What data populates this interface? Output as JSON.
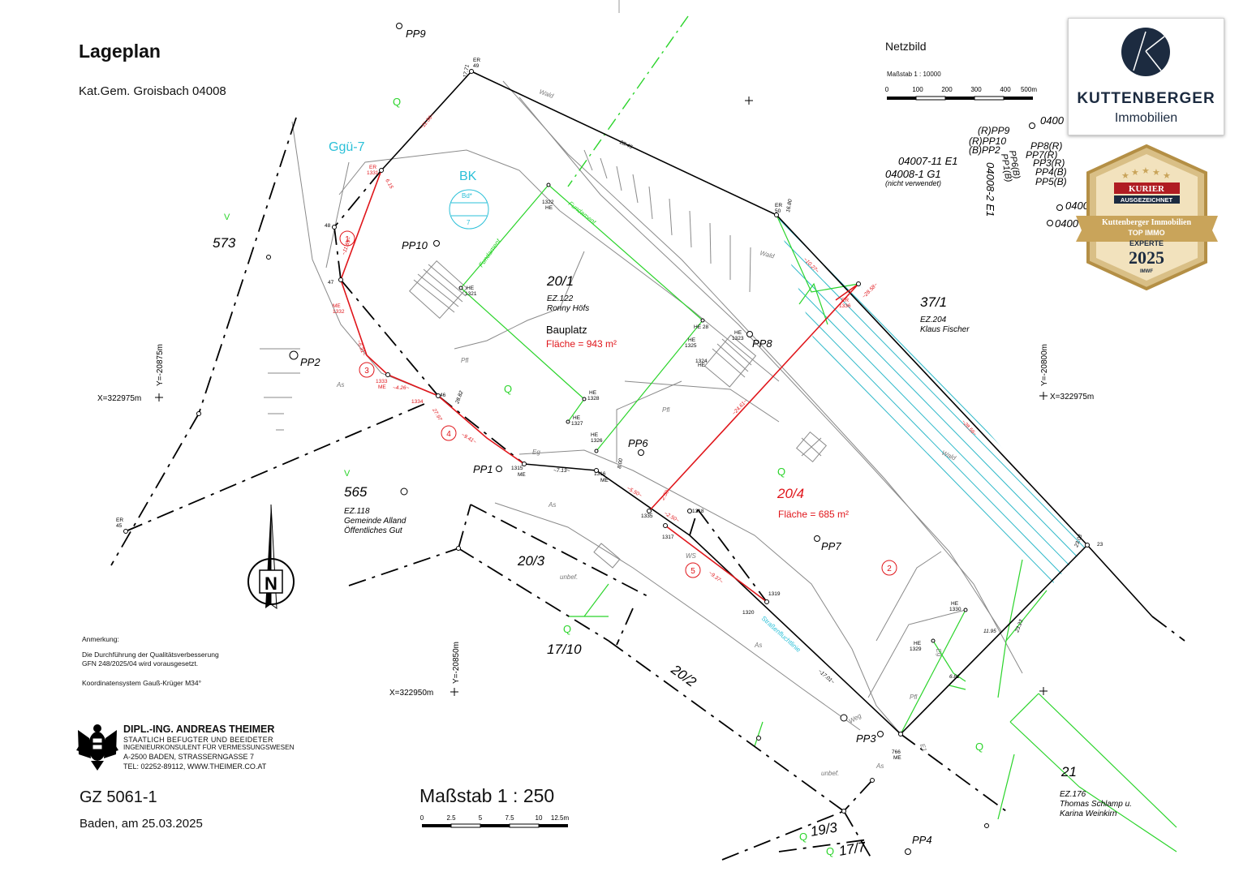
{
  "header": {
    "title": "Lageplan",
    "katastral": "Kat.Gem. Groisbach  04008"
  },
  "netzbild": {
    "title": "Netzbild",
    "scale_label": "Maßstab  1 : 10000",
    "ticks": [
      "0",
      "100",
      "200",
      "300",
      "400",
      "500m"
    ]
  },
  "branding": {
    "logo_name": "KUTTENBERGER",
    "logo_sub": "Immobilien",
    "badge_top": "KURIER",
    "badge_ribbon": "AUSGEZEICHNET",
    "badge_name": "Kuttenberger Immobilien",
    "badge_title1": "TOP IMMO",
    "badge_title2": "EXPERTE",
    "badge_year": "2025",
    "badge_org": "IMWF",
    "colors": {
      "navy": "#1c2b40",
      "gold": "#c9a45a",
      "red": "#b01c22"
    }
  },
  "notes": {
    "heading": "Anmerkung:",
    "line1": "Die Durchführung der Qualitätsverbesserung",
    "line2": "GFN 248/2025/04 wird vorausgesetzt.",
    "line3": "Koordinatensystem Gauß-Krüger M34°"
  },
  "surveyor": {
    "name": "DIPL.-ING. ANDREAS THEIMER",
    "line1": "STAATLICH BEFUGTER UND BEEIDETER",
    "line2": "INGENIEURKONSULENT FÜR VERMESSUNGSWESEN",
    "line3": "A-2500 BADEN, STRASSERNGASSE 7",
    "line4": "TEL: 02252-89112,  WWW.THEIMER.CO.AT"
  },
  "footer": {
    "gz": "GZ 5061-1",
    "date": "Baden, am 25.03.2025",
    "scale": "Maßstab 1 : 250",
    "scale_ticks": [
      "0",
      "2.5",
      "5",
      "7.5",
      "10",
      "12.5m"
    ]
  },
  "coords": {
    "y1": "Y=-20875m",
    "x1": "X=322975m",
    "y2": "Y=-20800m",
    "x2": "X=322975m",
    "y3": "Y=-20850m",
    "x3": "X=322950m"
  },
  "parcels": {
    "p573": "573",
    "p565": "565",
    "p565_ez": "EZ.118",
    "p565_owner1": "Gemeinde Alland",
    "p565_owner2": "Öffentliches Gut",
    "p20_1": "20/1",
    "p20_1_ez": "EZ.122",
    "p20_1_owner": "Ronny Höfs",
    "bauplatz": "Bauplatz",
    "flaeche1": "Fläche = 943 m²",
    "p20_4": "20/4",
    "flaeche2": "Fläche = 685 m²",
    "p37_1": "37/1",
    "p37_1_ez": "EZ.204",
    "p37_1_owner": "Klaus Fischer",
    "p20_3": "20/3",
    "p20_2": "20/2",
    "p17_10": "17/10",
    "p19_3": "19/3",
    "p17_7": "17/7",
    "p21": "21",
    "p21_ez": "EZ.176",
    "p21_owner1": "Thomas Schlamp u.",
    "p21_owner2": "Karina Weinkirn",
    "ggu": "Ggü-7",
    "bk": "BK",
    "bd": "Bd*",
    "bd_n": "7"
  },
  "points": {
    "pp1": "PP1",
    "pp2": "PP2",
    "pp3": "PP3",
    "pp4": "PP4",
    "pp6": "PP6",
    "pp7": "PP7",
    "pp8": "PP8",
    "pp9": "PP9",
    "pp10": "PP10",
    "er49": "ER",
    "er49n": "49",
    "er50": "ER",
    "er50n": "50",
    "er45": "ER",
    "er45n": "45",
    "er1331": "ER",
    "er1331n": "1331",
    "me1332": "ME",
    "me1332n": "1332",
    "n1333": "1333",
    "me1333": "ME",
    "n1334": "1334",
    "n1315": "1315",
    "me1315": "ME",
    "n1316": "1316",
    "me1316": "ME",
    "n1335": "1335",
    "n1317": "1317",
    "n1318": "1318",
    "n1319": "1319",
    "n1320": "1320",
    "er1336": "ER",
    "er1336n": "1336",
    "n766": "766",
    "me766": "ME",
    "he1321": "HE",
    "he1321n": "1321",
    "he1322": "HE",
    "he1322n": "1322",
    "he1323": "HE",
    "he1323n": "1323",
    "he1324": "HE",
    "he1324n": "1324",
    "he1325": "HE",
    "he1325n": "1325",
    "he1326": "HE",
    "he1326n": "1326",
    "he1327": "HE",
    "he1327n": "1327",
    "he1328": "HE",
    "he1328n": "1328",
    "he1329": "HE",
    "he1329n": "1329",
    "he1330": "HE",
    "he1330n": "1330",
    "he28": "HE 28",
    "n46": "46",
    "n47": "47",
    "n48": "48",
    "n23": "23"
  },
  "dimensions": {
    "d1": "~11.56~",
    "d2": "~28.45~",
    "d3": "~10.27~",
    "d4": "~28.58~",
    "d5": "~28.56~",
    "d6": "~24.61~",
    "d7": "~11.85~",
    "d8": "6.15",
    "d9": "~6.31~",
    "d10": "~4.26~",
    "d11": "~9.41~",
    "d12": "~7.13~",
    "d13": "~5.50~",
    "d14": "~2.50~",
    "d15": "~9.37~",
    "d16": "~17.01~",
    "d17": "23.23",
    "d18": "23.03",
    "d19": "11.95",
    "d20": "6.81",
    "d21": "27.97",
    "d22": "28.82",
    "d23": "17.71",
    "d24": "16.80",
    "d25": "2.50",
    "d26": "8.00"
  },
  "labels": {
    "wald1": "Wald",
    "wald2": "Wald",
    "wald3": "Wald",
    "pfl1": "Pfl",
    "pfl2": "Pfl",
    "pfl3": "Pfl",
    "as1": "As",
    "as2": "As",
    "as3": "As",
    "as4": "As",
    "eg1": "Eg",
    "eg2": "Eg",
    "unbef1": "unbef.",
    "unbef2": "unbef.",
    "fundament1": "Fundament",
    "fundament2": "Fundament",
    "strasse": "Straßenfluchtlinie",
    "weg": "Weg",
    "ws": "WS",
    "e1": "E1",
    "q": "Q",
    "v": "V",
    "n": "N",
    "c1": "1",
    "c2": "2",
    "c3": "3",
    "c4": "4",
    "c5": "5"
  },
  "netz_labels": {
    "r_pp9": "(R)PP9",
    "r_pp10": "(R)PP10",
    "b_pp2": "(B)PP2",
    "l04007": "04007-11  E1",
    "l04008": "04008-1  G1",
    "l_nv": "(nicht verwendet)",
    "l04008_2": "04008-2  E1",
    "pp8r": "PP8(R)",
    "pp7r": "PP7(R)",
    "pp3r": "PP3(R)",
    "pp4b": "PP4(B)",
    "pp5b": "PP5(B)",
    "pp6b": "PP6(B)",
    "pp1b": "PP1(B)",
    "n0400a": "0400",
    "n0400b": "0400",
    "n0400c": "0400"
  }
}
